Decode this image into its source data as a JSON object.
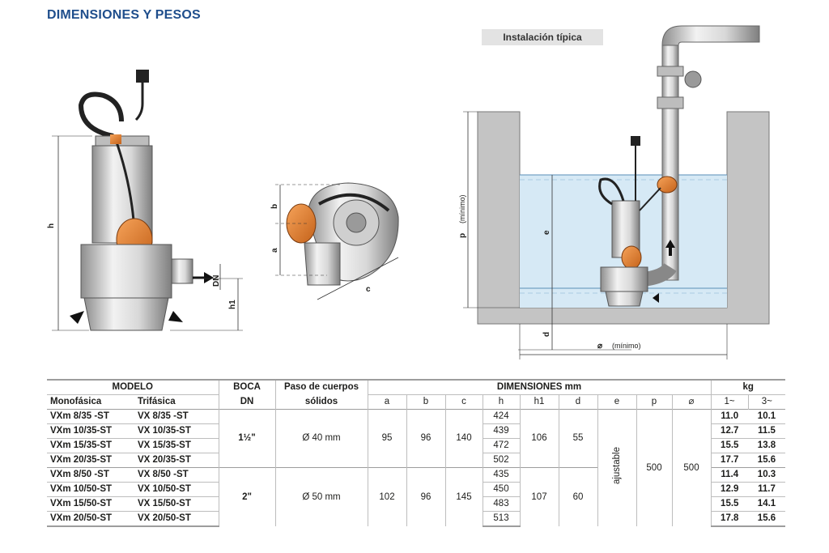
{
  "page": {
    "title": "DIMENSIONES Y PESOS",
    "installation_title": "Instalación típica"
  },
  "diagram_labels": {
    "h": "h",
    "h1": "h1",
    "dn": "DN",
    "a": "a",
    "b": "b",
    "c": "c",
    "p": "p",
    "minimo_p": "(mínimo)",
    "e": "e",
    "d": "d",
    "diameter": "⌀",
    "minimo_d": "(mínimo)"
  },
  "table": {
    "headers": {
      "modelo": "MODELO",
      "monofasica": "Monofásica",
      "trifasica": "Trifásica",
      "boca": "BOCA",
      "dn": "DN",
      "paso": "Paso de cuerpos",
      "solidos": "sólidos",
      "dimensiones": "DIMENSIONES mm",
      "a": "a",
      "b": "b",
      "c": "c",
      "h": "h",
      "h1": "h1",
      "d": "d",
      "e": "e",
      "p": "p",
      "diam": "⌀",
      "kg": "kg",
      "kg1": "1~",
      "kg3": "3~"
    },
    "e_value": "ajustable",
    "p_value": "500",
    "diam_value": "500",
    "groups": [
      {
        "dn": "1½\"",
        "paso": "Ø 40 mm",
        "a": "95",
        "b": "96",
        "c": "140",
        "h1": "106",
        "d": "55",
        "rows": [
          {
            "mono": "VXm 8/35  -ST",
            "tri": "VX 8/35   -ST",
            "h": "424",
            "kg1": "11.0",
            "kg3": "10.1"
          },
          {
            "mono": "VXm 10/35-ST",
            "tri": "VX 10/35-ST",
            "h": "439",
            "kg1": "12.7",
            "kg3": "11.5"
          },
          {
            "mono": "VXm 15/35-ST",
            "tri": "VX 15/35-ST",
            "h": "472",
            "kg1": "15.5",
            "kg3": "13.8"
          },
          {
            "mono": "VXm 20/35-ST",
            "tri": "VX 20/35-ST",
            "h": "502",
            "kg1": "17.7",
            "kg3": "15.6"
          }
        ]
      },
      {
        "dn": "2\"",
        "paso": "Ø 50 mm",
        "a": "102",
        "b": "96",
        "c": "145",
        "h1": "107",
        "d": "60",
        "rows": [
          {
            "mono": "VXm 8/50  -ST",
            "tri": "VX 8/50   -ST",
            "h": "435",
            "kg1": "11.4",
            "kg3": "10.3"
          },
          {
            "mono": "VXm 10/50-ST",
            "tri": "VX 10/50-ST",
            "h": "450",
            "kg1": "12.9",
            "kg3": "11.7"
          },
          {
            "mono": "VXm 15/50-ST",
            "tri": "VX 15/50-ST",
            "h": "483",
            "kg1": "15.5",
            "kg3": "14.1"
          },
          {
            "mono": "VXm 20/50-ST",
            "tri": "VX 20/50-ST",
            "h": "513",
            "kg1": "17.8",
            "kg3": "15.6"
          }
        ]
      }
    ]
  },
  "colors": {
    "title": "#1f4e8c",
    "pump_orange": "#e8822a",
    "water": "#d6e9f5",
    "wall": "#b9b9b9"
  }
}
